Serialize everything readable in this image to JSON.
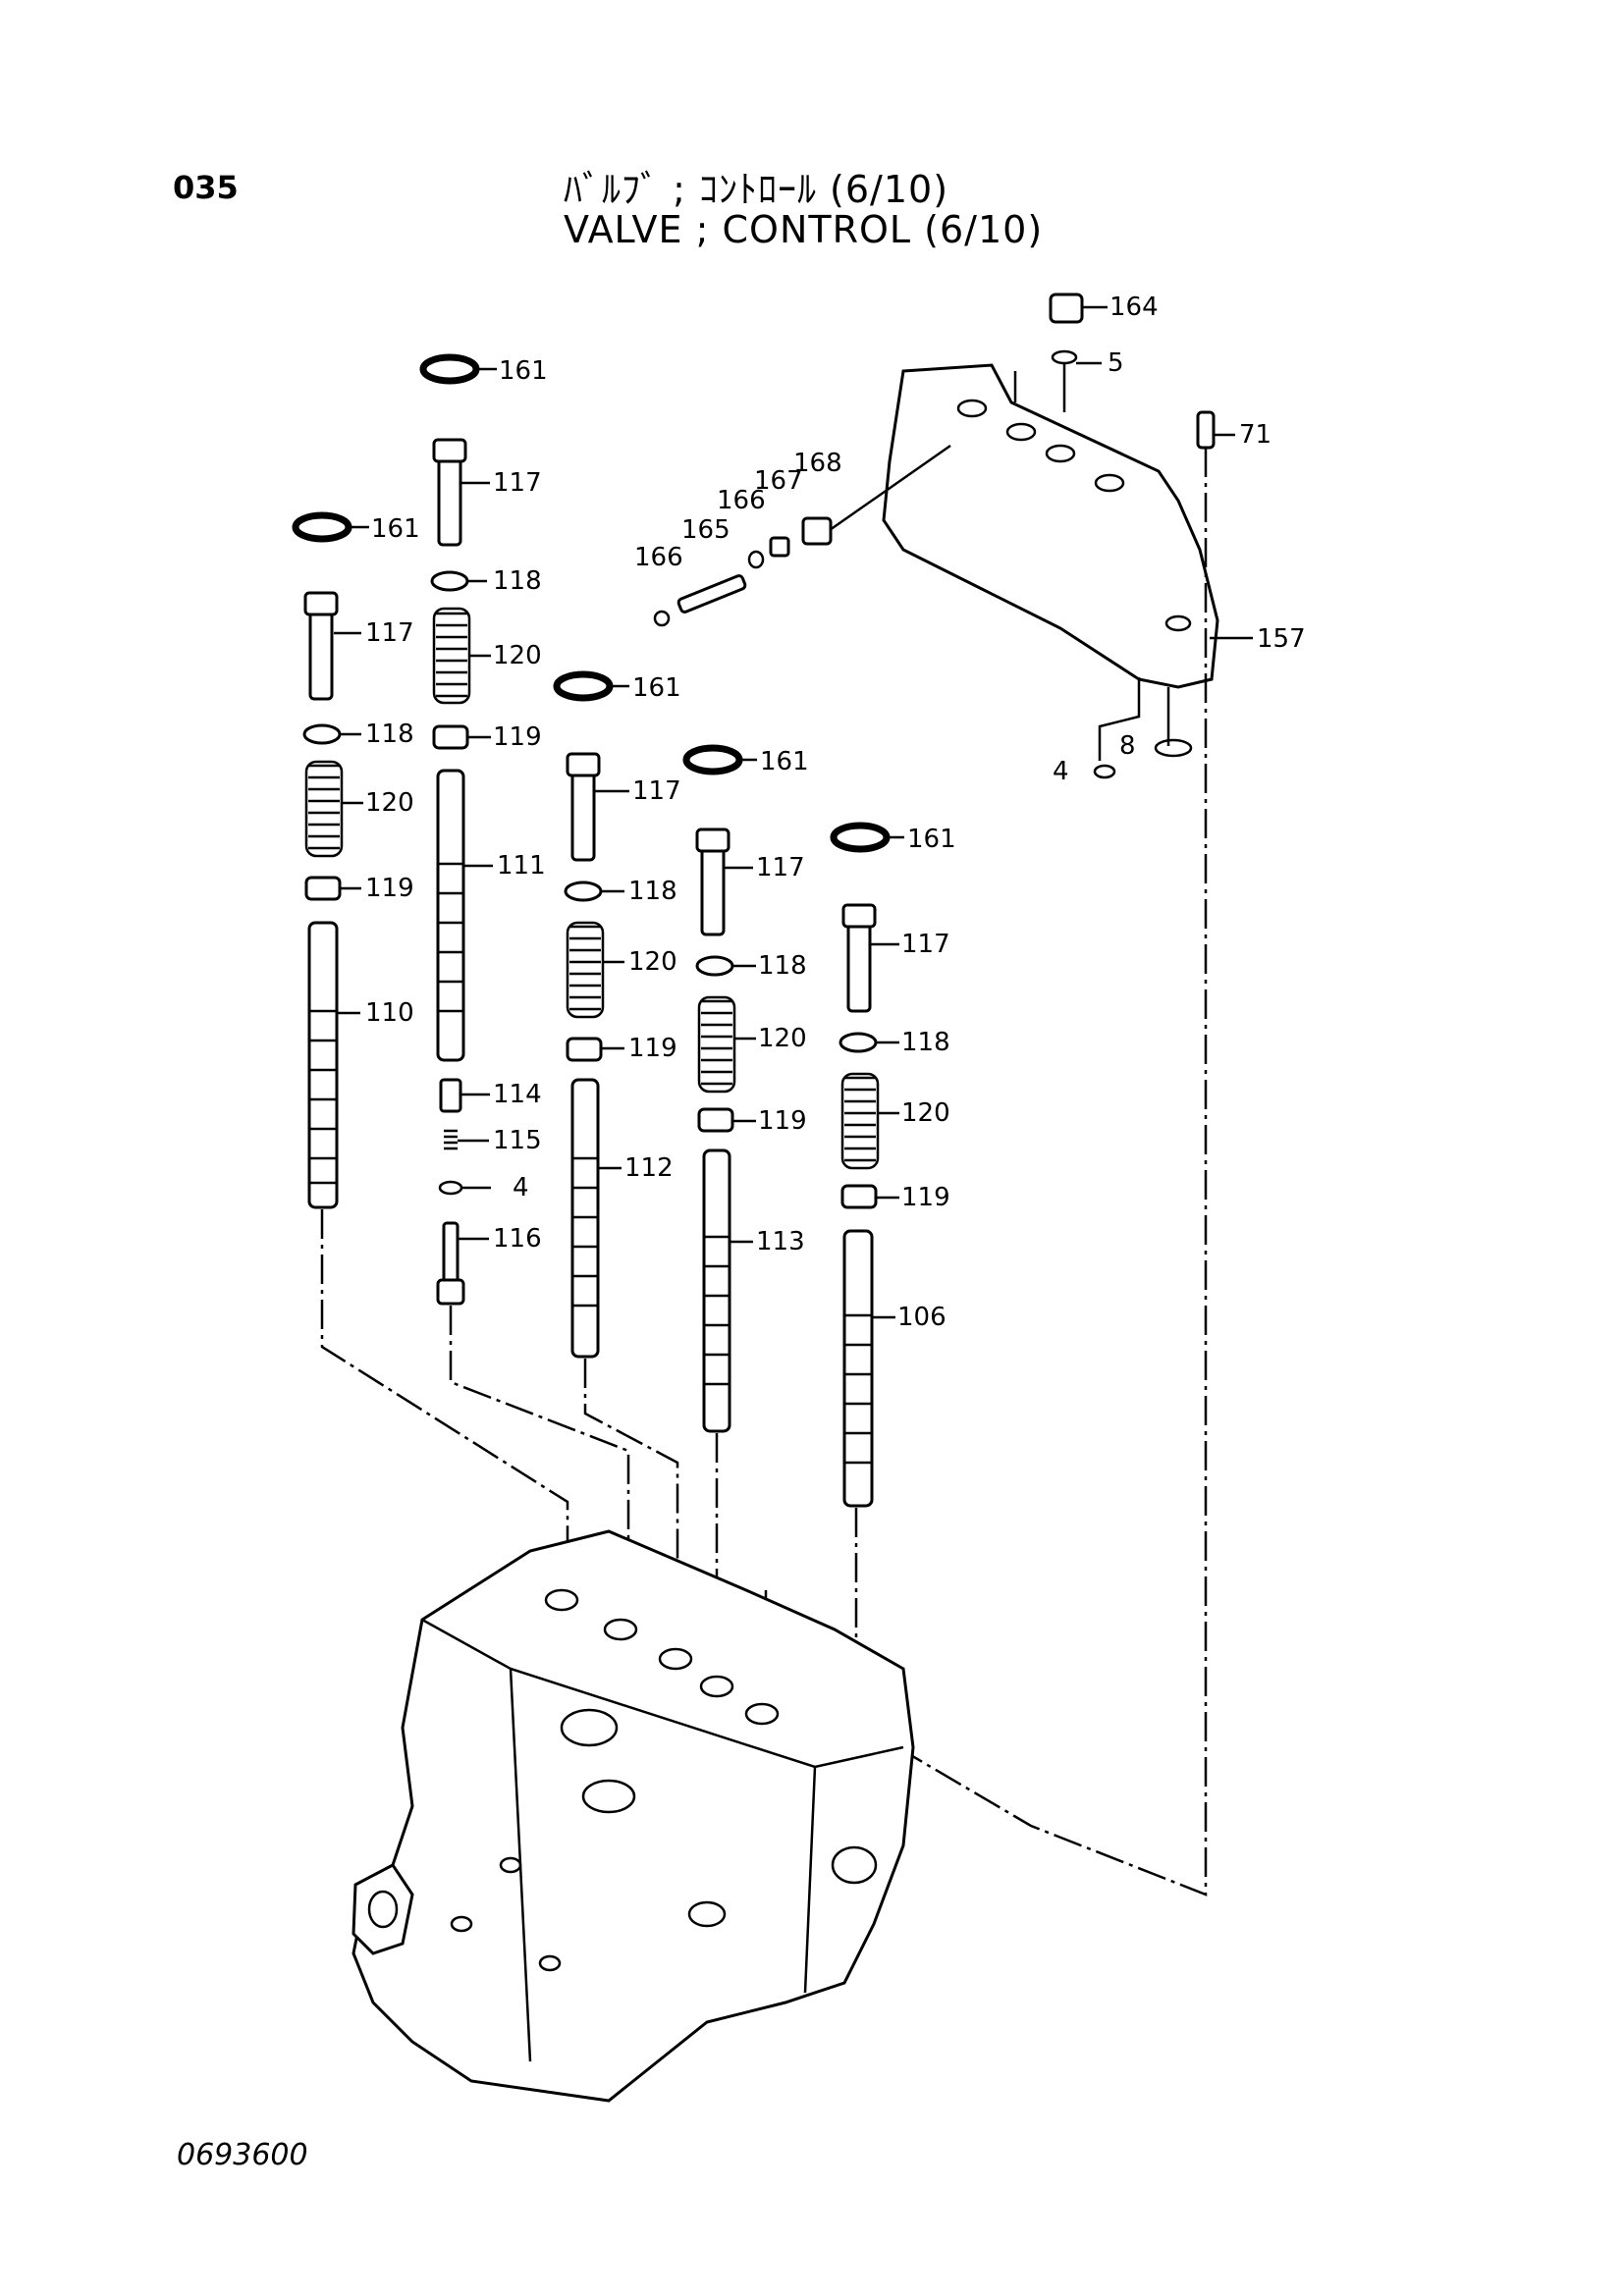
{
  "header": {
    "page_number": "035",
    "title_jp": "ﾊﾞﾙﾌﾞ ; ｺﾝﾄﾛｰﾙ (6/10)",
    "title_en": "VALVE ; CONTROL (6/10)"
  },
  "footer": {
    "drawing_number": "0693600"
  },
  "callouts": [
    "161",
    "117",
    "118",
    "120",
    "119",
    "111",
    "110",
    "114",
    "115",
    "4",
    "116",
    "112",
    "113",
    "106",
    "164",
    "5",
    "71",
    "157",
    "8",
    "165",
    "166",
    "167",
    "168"
  ],
  "labels": {
    "c161a": "161",
    "c161b": "161",
    "c161c": "161",
    "c161d": "161",
    "c161e": "161",
    "c117a": "117",
    "c117b": "117",
    "c117c": "117",
    "c117d": "117",
    "c117e": "117",
    "c118a": "118",
    "c118b": "118",
    "c118c": "118",
    "c118d": "118",
    "c118e": "118",
    "c120a": "120",
    "c120b": "120",
    "c120c": "120",
    "c120d": "120",
    "c120e": "120",
    "c119a": "119",
    "c119b": "119",
    "c119c": "119",
    "c119d": "119",
    "c119e": "119",
    "c110": "110",
    "c111": "111",
    "c112": "112",
    "c113": "113",
    "c106": "106",
    "c114": "114",
    "c115": "115",
    "c4a": "4",
    "c116": "116",
    "c164": "164",
    "c5": "5",
    "c71": "71",
    "c157": "157",
    "c8": "8",
    "c4b": "4",
    "c165": "165",
    "c166a": "166",
    "c166b": "166",
    "c167": "167",
    "c168": "168"
  }
}
